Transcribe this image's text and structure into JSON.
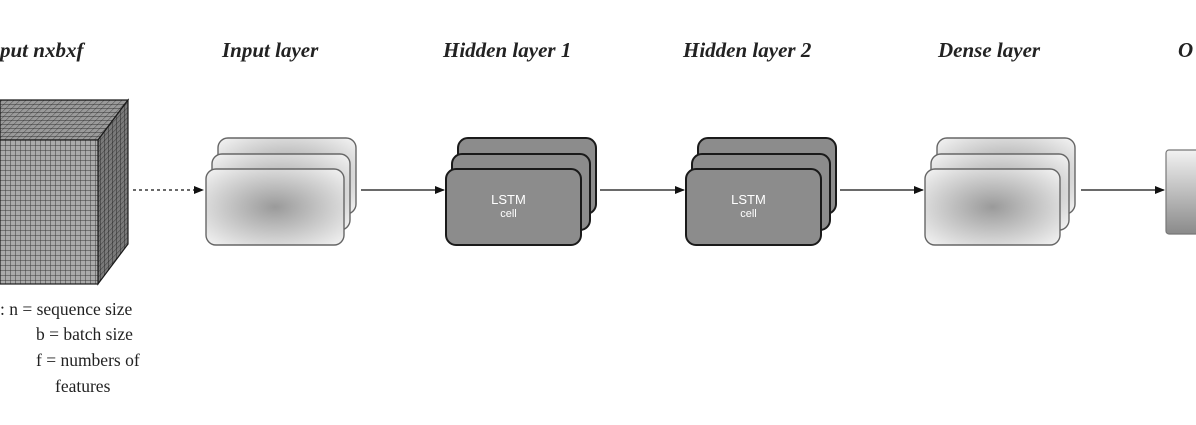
{
  "titles": {
    "input": "put nxbxf",
    "input_layer": "Input layer",
    "hidden1": "Hidden layer 1",
    "hidden2": "Hidden layer 2",
    "dense": "Dense layer",
    "output": "O"
  },
  "lstm_labels": {
    "line1": "LSTM",
    "line2": "cell"
  },
  "legend": {
    "line1": ":   n = sequence size",
    "line2": "b = batch size",
    "line3": "f =  numbers of",
    "line4": "features"
  },
  "colors": {
    "lstm_fill": "#8c8c8c",
    "stroke": "#1a1a1a",
    "arrow": "#111111"
  }
}
